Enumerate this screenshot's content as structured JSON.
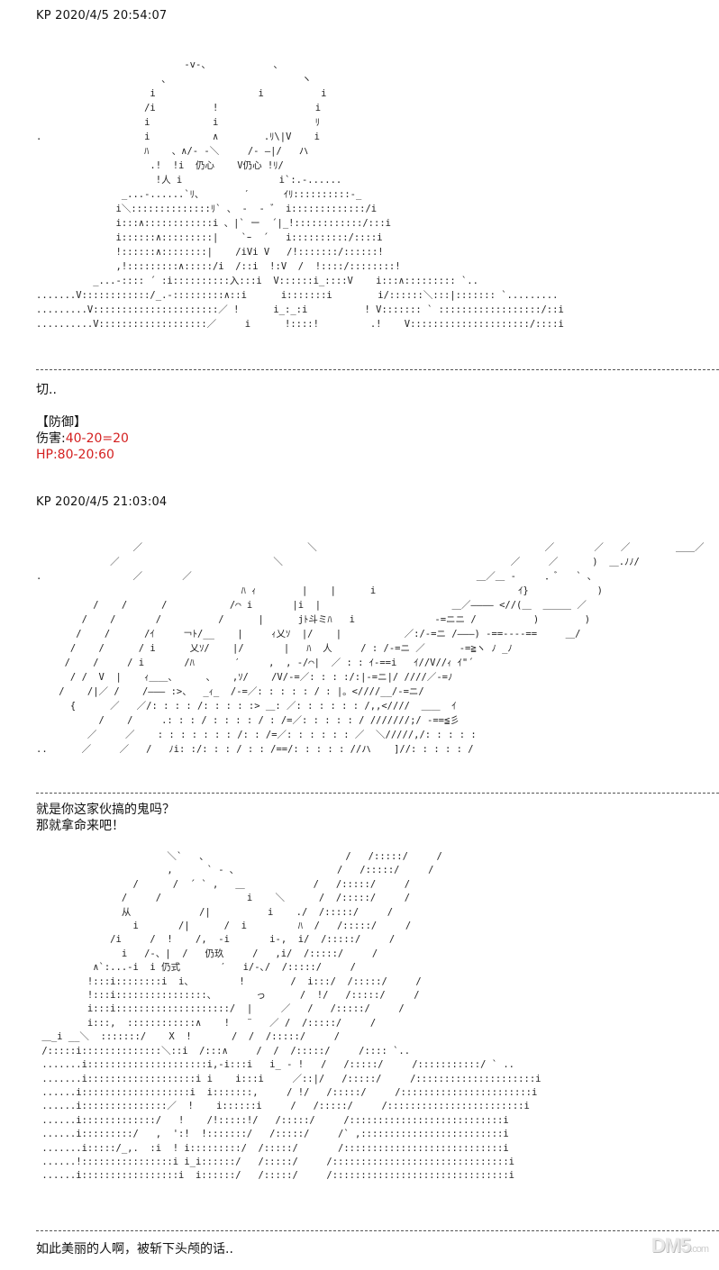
{
  "posts": [
    {
      "timestamp": "KP 2020/4/5 20:54:07",
      "ascii_art": "                          -v-、           、\n                      、                       ヽ\n                    i                  i          i\n                   /i          !                 i\n                   i           i                 ﾘ\n.                  i           ∧        .ﾘ\\|V    i\n                   ﾊ    、∧/- -＼     /- ―|/   ハ\n                    .!  !i  仍心    V仍心 !ﾘ/\n                     !人 i                 i`:.-......\n               _...-......`ﾘ、       ′      ｲﾘ::::::::::-_\n              i＼::::::::::::::ﾘ` 、 -  - ゛ i:::::::::::::/i\n              i:::∧::::::::::::i 、|` ー  ´|_!::::::::::::/:::i\n              i::::::∧:::::::::|    `ｰ  ´   i::::::::::/::::i\n              !::::::∧::::::::|    /iVi V   /!:::::::/::::::!\n              ,!:::::::::∧:::::/i  /::i  !:V  /  !::::/::::::::!\n          _...-:::: ´ :i::::::::::入:::i  V::::::i_::::V    i:::∧::::::::: `..\n.......V::::::::::::/_.-:::::::::∧::i      i:::::::i        i/::::::＼:::|::::::: `.........\n.........V::::::::::::::::::::::／ !      i_:_:i          ! V::::::: ` ::::::::::::::::::/::i\n..........V:::::::::::::::::::／     i      !::::!         .!    V:::::::::::::::::::::/::::i",
      "lines": [
        {
          "text": "切..",
          "class": ""
        },
        {
          "text": "",
          "class": ""
        },
        {
          "text": "【防御】",
          "class": ""
        },
        {
          "text": "伤害:",
          "suffix": "40-20=20",
          "class": ""
        },
        {
          "text": "HP:80-20:60",
          "class": "red"
        }
      ]
    },
    {
      "timestamp": "KP 2020/4/5 21:03:04",
      "ascii_art": "                 ／                             ＼                                        ／       ／   ／        ＿＿／\n             ／                           ＼                                        ／     ／      )  ＿.ﾉﾉ/\n.                ／       ／                                                  ＿／＿ -     ．ﾞ   ` ､\n                                    ﾊ ｨ        |    |      i                         ｲ}            )\n          /    /      /           /⌒ i       |i  |                       ＿／―――― <//(＿  ＿＿＿ ／\n        /    /       /          /      |      jﾄ斗ミﾊ   i              -=ニニ /          )        )\n       /    /      /ｲ     ￢ﾄ/__    |     ｨ乂ｿ  |/    |           ／:/-=ニ /―――) -==----==     ＿/\n      /    /      / i      乂ｿ/    |/       |   ﾊ  人     / : /-=ニ ／      -=≧ヽ ﾉ _ﾉ\n     /    /     / i       /ﾊ       ′     ,  , -/⌒|  ／ : : ｲ-==i   ｲ//V//ｨ ｲ\"´\n      / /  V  |    ｨ＿＿、     、   ,ｿ/    /V/-=／: : : :/:|-=ニ|/ ////／-=ﾉ\n    /    /|／ /    /――― :>、  _ｨ_  /-=／: : : : : / : |。<////__/-=ニ/\n      {      ／   ／/: : : : /: : : : :> ＿: ／: : : : : : /,,<////  ＿＿  ｲ\n           /    /     .: : : / : : : : / : /=／: : : : : / ///////;/ -==≦彡\n         ／     ／    : : : : : : : /: : /=／: : : : : : ／  ＼/////,/: : : : :\n..      ／     ／   /   ﾉi: :/: : : / : : /==/: : : : : //ハ    ]//: : : : : /",
      "lines": [
        {
          "text": "就是你这家伙搞的鬼吗？",
          "class": ""
        },
        {
          "text": "那就拿命来吧！",
          "class": ""
        }
      ],
      "ascii_art_2": "                       ＼`   、                        /   /:::::/     /\n                       ,      ` ‐ ､                  /   /:::::/     /\n                 /      /  ´ ` ,   ＿            /   /:::::/     /\n               /     /               i    ＼      /  /:::::/     /\n               从            /|          i    ./  /:::::/     /\n                 i       /|      /  i         ﾊ  /   /:::::/     /\n             /i     /  !    /,  -i       i-,  i/  /:::::/     /\n               i   /-、|  /   仍玖     /   ,i/  /:::::/     /\n          ∧`:...-i  i 仍式       ′   i/-､/  /:::::/     /\n         !:::i::::::::i  i、        !        /  i:::/  /:::::/     /\n         !:::i::::::::::::::::、       っ      /  !/   /:::::/     /\n         i:::i::::::::::::::::::::/  |     ／   /   /:::::/     /\n         i:::,  ::::::::::::∧    !   ¨   ／ /  /:::::/     /\n ＿_i __＼  :::::::/    X  !       /  /  /:::::/     /\n /:::::i::::::::::::::＼::i  /:::∧     /  /  /:::::/     /:::: `..\n .......i:::::::::::::::::::::i,-i:::i   i_ - !   /   /:::::/     /:::::::::::/ ` ..\n .......i:::::::::::::::::::i i    i:::i     ／::|/   /:::::/     /:::::::::::::::::::::i\n ......i:::::::::::::::::::i  i:::::::,     / !/   /:::::/     /:::::::::::::::::::::::i\n ......i:::::::::::::::／  !    i::::::i     /   /:::::/     /::::::::::::::::::::::::i\n ......i:::::::::::::/   !    /!:::::!/   /:::::/     /:::::::::::::::::::::::::::i\n ......i:::::::::/   ,  ':!  !:::::::/   /:::::/     /` ,:::::::::::::::::::::::::i\n .......i:::::/_,.  :i  ! i:::::::::/  /:::::/       /::::::::::::::::::::::::::::i\n ......!::::::::::::::::i i_i::::::/   /:::::/     /:::::::::::::::::::::::::::::::i\n ......i:::::::::::::::::i  i::::::/   /:::::/     /:::::::::::::::::::::::::::::::i",
      "lines_2": [
        {
          "text": "如此美丽的人啊，被斩下头颅的话..",
          "class": ""
        }
      ]
    }
  ],
  "rule_text": "",
  "watermark": {
    "brand": "DM5",
    "domain": ".com"
  }
}
